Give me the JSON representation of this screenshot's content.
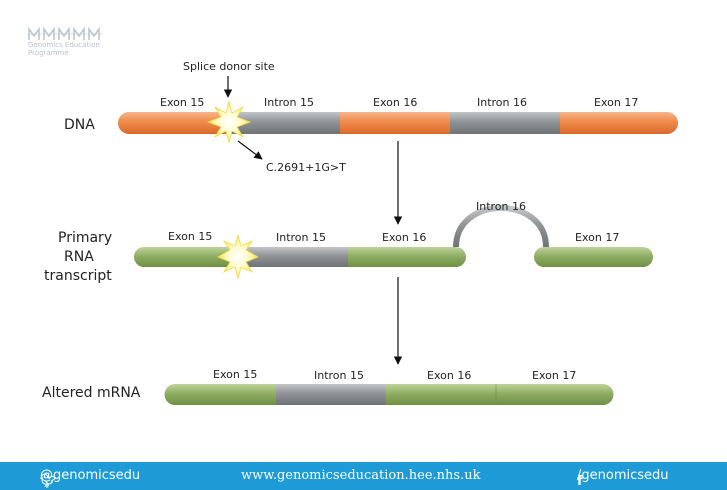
{
  "logo": {
    "line1": "Genomics Education",
    "line2": "Programme"
  },
  "annotations": {
    "splice_site": "Splice donor site",
    "mutation": "C.2691+1G>T"
  },
  "rows": {
    "dna": {
      "label": "DNA",
      "segments": [
        "Exon 15",
        "Intron 15",
        "Exon 16",
        "Intron 16",
        "Exon 17"
      ]
    },
    "primary": {
      "label_lines": [
        "Primary",
        "RNA",
        "transcript"
      ],
      "segments": [
        "Exon 15",
        "Intron 15",
        "Exon 16",
        "Intron 16",
        "Exon 17"
      ]
    },
    "mrna": {
      "label": "Altered mRNA",
      "segments": [
        "Exon 15",
        "Intron 15",
        "Exon 16",
        "Exon 17"
      ]
    }
  },
  "colors": {
    "exon_dna": "#ef8a4b",
    "intron": "#8f9396",
    "exon_rna": "#8fae63",
    "footer": "#1e9bd7"
  },
  "footer": {
    "twitter": "@genomicsedu",
    "website": "www.genomicseducation.hee.nhs.uk",
    "facebook": "/genomicsedu"
  }
}
